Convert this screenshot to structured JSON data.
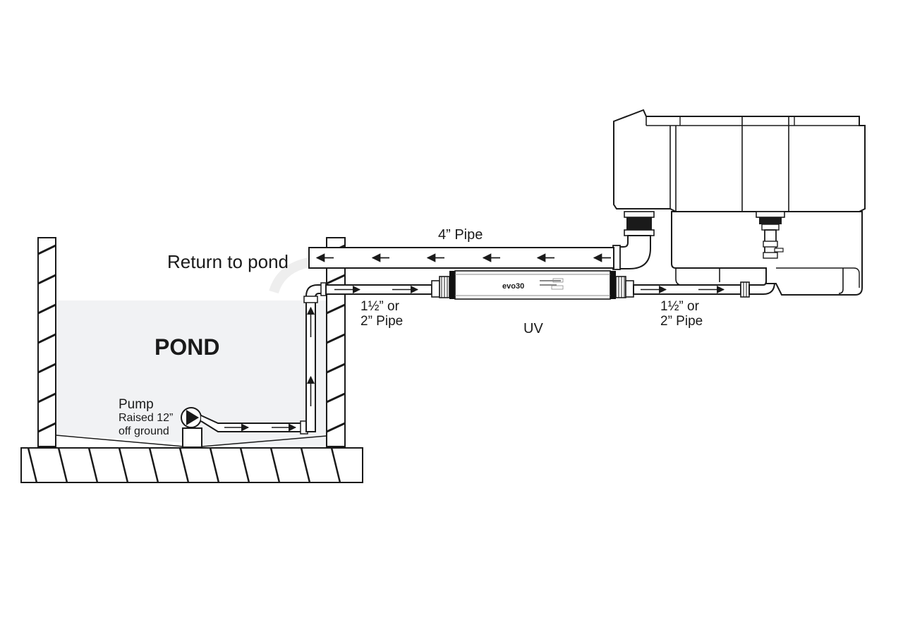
{
  "labels": {
    "return_to_pond": "Return to pond",
    "pond": "POND",
    "pump": "Pump",
    "pump_raised_line1": "Raised 12”",
    "pump_raised_line2": "off ground",
    "pipe_4in": "4” Pipe",
    "pipe_left_line1": "1½” or",
    "pipe_left_line2": "2” Pipe",
    "pipe_right_line1": "1½” or",
    "pipe_right_line2": "2” Pipe",
    "uv": "UV",
    "uv_brand": "evo30"
  },
  "colors": {
    "line": "#1a1a1a",
    "pond_water": "#f1f2f4",
    "pipe_fill": "#ffffff",
    "uv_cap": "#111111"
  },
  "icons": {
    "pump": "pump-icon",
    "flow_arrow": "arrow-icon"
  }
}
